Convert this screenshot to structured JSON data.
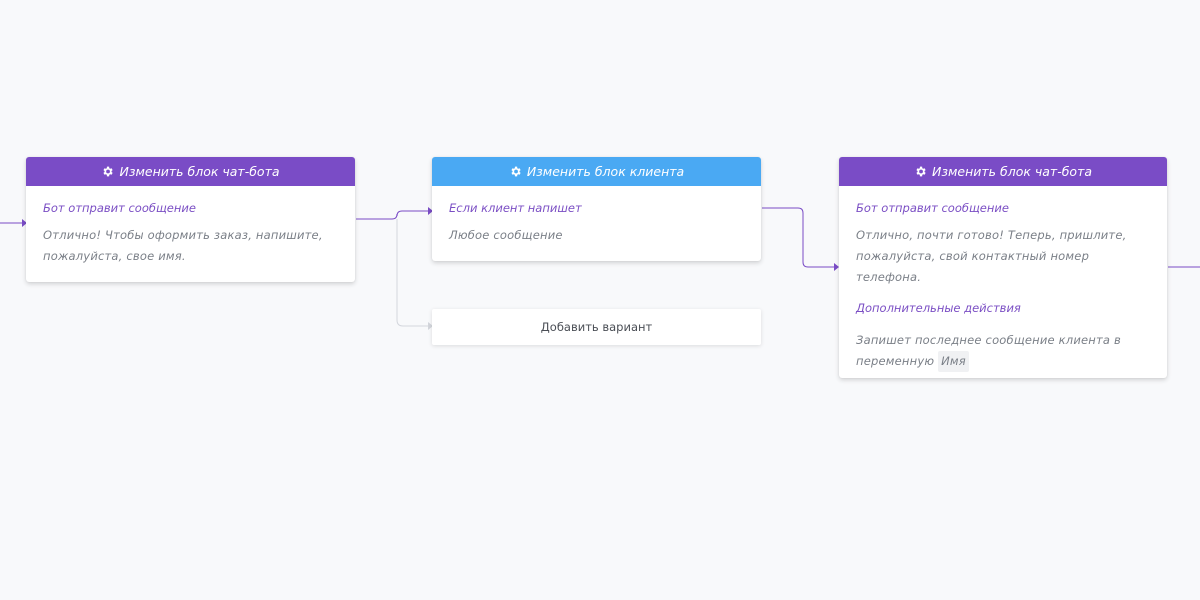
{
  "colors": {
    "bot_header": "#7a4cc6",
    "client_header": "#4aa9f3",
    "connector": "#7a4cc6",
    "connector_light": "#d3d6dc"
  },
  "blocks": [
    {
      "header": "Изменить блок чат-бота",
      "header_icon": "gear-icon",
      "label": "Бот отправит сообщение",
      "text": "Отличнo! Чтобы оформить заказ, напишите, пожалуйста, свое имя."
    },
    {
      "header": "Изменить блок клиента",
      "header_icon": "gear-icon",
      "label": "Если клиент напишет",
      "text": "Любое сообщение"
    },
    {
      "header": "Изменить блок чат-бота",
      "header_icon": "gear-icon",
      "label": "Бот отправит сообщение",
      "text": "Отлично, почти готово! Теперь, пришлите, пожалуйста, свой контактный номер телефона.",
      "extra_label": "Дополнительные действия",
      "extra_text": "Запишет последнее сообщение клиента в переменную",
      "variable": "Имя"
    }
  ],
  "add_variant_label": "Добавить вариант"
}
